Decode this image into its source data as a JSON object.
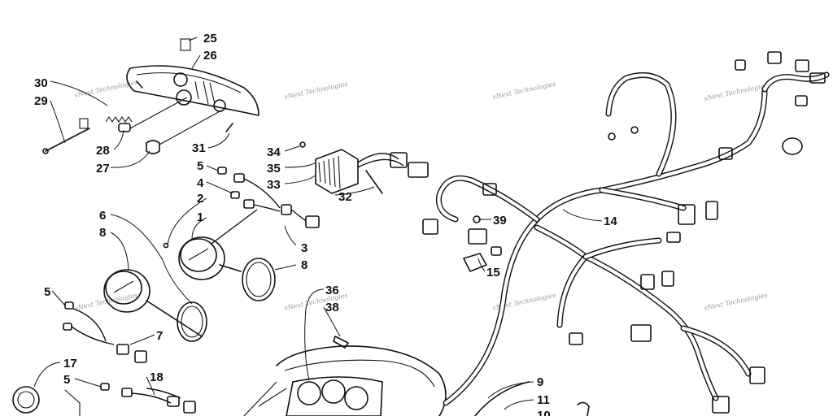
{
  "diagram": {
    "watermark": "vNext Technologies",
    "callouts": [
      "25",
      "26",
      "30",
      "29",
      "28",
      "27",
      "31",
      "34",
      "35",
      "33",
      "32",
      "5",
      "4",
      "2",
      "1",
      "3",
      "8",
      "6",
      "8",
      "5",
      "7",
      "17",
      "5",
      "18",
      "36",
      "38",
      "39",
      "15",
      "14",
      "9",
      "11",
      "10"
    ]
  }
}
